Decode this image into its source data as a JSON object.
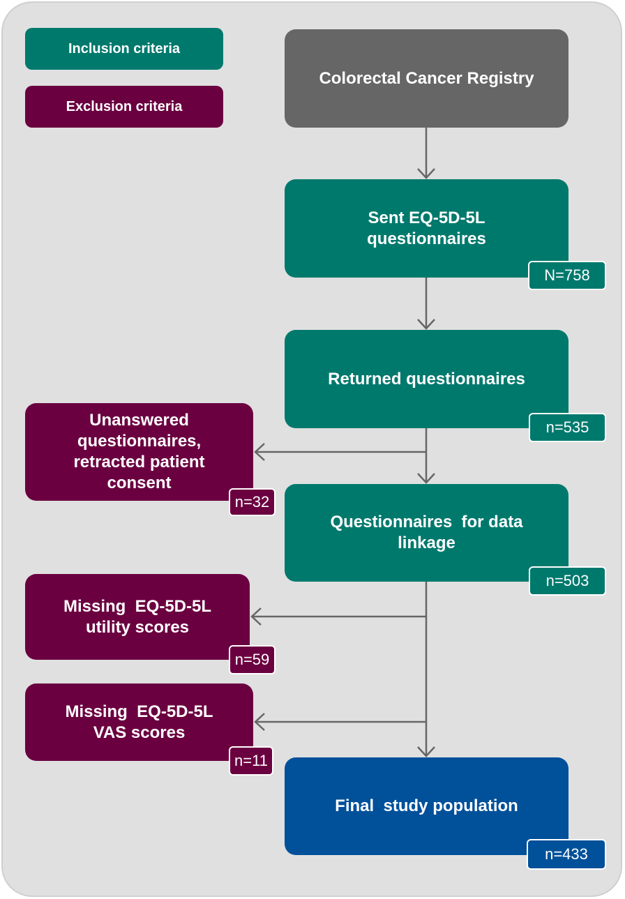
{
  "legend": {
    "inclusion_label": "Inclusion criteria",
    "exclusion_label": "Exclusion criteria"
  },
  "flow": {
    "registry": {
      "label": "Colorectal Cancer Registry"
    },
    "sent": {
      "label_line1": "Sent EQ-5D-5L",
      "label_line2": "questionnaires",
      "count": "N=758"
    },
    "returned": {
      "label": "Returned questionnaires",
      "count": "n=535"
    },
    "linkage": {
      "label_line1": "Questionnaires  for data",
      "label_line2": "linkage",
      "count": "n=503"
    },
    "final": {
      "label": "Final  study population",
      "count": "n=433"
    }
  },
  "exclusions": [
    {
      "lines": [
        "Unanswered",
        "questionnaires,",
        "retracted patient",
        "consent"
      ],
      "count": "n=32"
    },
    {
      "lines": [
        "Missing  EQ-5D-5L",
        "utility scores"
      ],
      "count": "n=59"
    },
    {
      "lines": [
        "Missing  EQ-5D-5L",
        "VAS scores"
      ],
      "count": "n=11"
    }
  ],
  "colors": {
    "inclusion": "#00796d",
    "exclusion": "#6b0040",
    "source": "#666666",
    "final": "#00509a",
    "background": "#e0e0e0",
    "arrow": "#666666"
  }
}
